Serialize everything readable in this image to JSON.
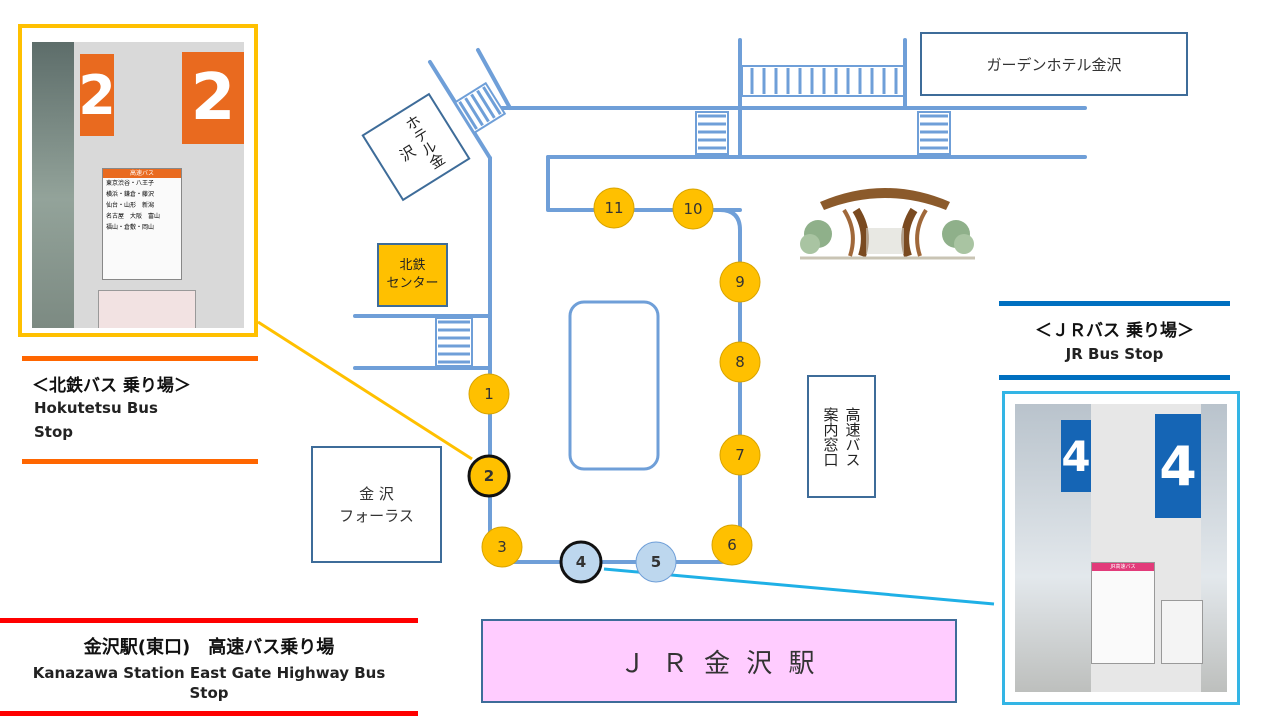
{
  "landmarks": {
    "garden_hotel": "ガーデンホテル金沢",
    "hotel_kanazawa": "ホテル金沢",
    "hokutetsu_center": "北鉄\nセンター",
    "forus": "金 沢\nフォーラス",
    "highway_bus_office": "高速バス\n案内窓口",
    "jr_station": "Ｊ Ｒ 金 沢 駅"
  },
  "hokutetsu": {
    "title": "＜北鉄バス 乗り場＞",
    "subtitle": "Hokutetsu Bus\nStop",
    "photo_number": "2",
    "sign_header": "高速バス",
    "sign_lines": [
      "東京渋谷・八王子",
      "横浜・鎌倉・藤沢",
      "仙台・山形　新潟",
      "名古屋　大阪　富山",
      "福山・倉敷・岡山"
    ]
  },
  "jr": {
    "title": "＜ＪＲバス 乗り場＞",
    "subtitle": "JR Bus Stop",
    "photo_number": "4",
    "sign_header": "JR高速バス"
  },
  "footer": {
    "title": "金沢駅(東口)　高速バス乗り場",
    "subtitle": "Kanazawa Station East Gate Highway Bus\nStop"
  },
  "stops": [
    {
      "label": "1",
      "style": "yellow"
    },
    {
      "label": "2",
      "style": "yellow-bold"
    },
    {
      "label": "3",
      "style": "yellow"
    },
    {
      "label": "4",
      "style": "blue-bold"
    },
    {
      "label": "5",
      "style": "blue"
    },
    {
      "label": "6",
      "style": "yellow"
    },
    {
      "label": "7",
      "style": "yellow"
    },
    {
      "label": "8",
      "style": "yellow"
    },
    {
      "label": "9",
      "style": "yellow"
    },
    {
      "label": "10",
      "style": "yellow"
    },
    {
      "label": "11",
      "style": "yellow"
    }
  ],
  "colors": {
    "road": "#6699d1",
    "stop_yellow": "#ffc000",
    "stop_blue": "#bdd7ee",
    "hokutetsu_accent": "#ff6600",
    "jr_accent": "#0070c0",
    "photo_border_yellow": "#ffc000",
    "photo_border_blue": "#33b5e5",
    "footer_red": "#ff0000",
    "station_fill": "#ffccff"
  }
}
